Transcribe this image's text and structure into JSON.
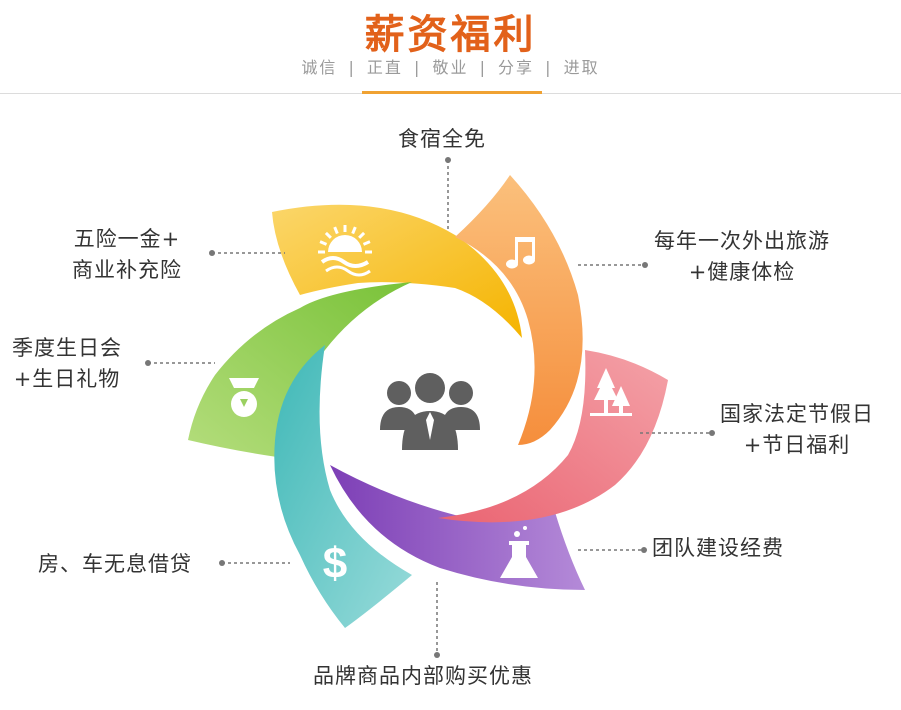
{
  "header": {
    "title": "薪资福利",
    "subtitle": "诚信 | 正直 | 敬业 | 分享 | 进取",
    "accent_color": "#e2611a",
    "underline_color": "#f0a232"
  },
  "center_icon": "people-group-icon",
  "benefits": [
    {
      "id": "food",
      "text": "食宿全免",
      "color": "#f5b800",
      "icon": "sun-wave-icon"
    },
    {
      "id": "travel",
      "text": "每年一次外出旅游\n+健康体检",
      "color": "#f58e3c",
      "icon": "music-note-icon"
    },
    {
      "id": "holiday",
      "text": "国家法定节假日\n+节日福利",
      "color": "#ea6472",
      "icon": "trees-icon"
    },
    {
      "id": "team",
      "text": "团队建设经费",
      "color": "#8c4fc2",
      "icon": "flask-icon"
    },
    {
      "id": "shopping",
      "text": "品牌商品内部购买优惠",
      "color": "#e0e0e0",
      "icon": ""
    },
    {
      "id": "loan",
      "text": "房、车无息借贷",
      "color": "#58c4c2",
      "icon": "dollar-icon"
    },
    {
      "id": "birthday",
      "text": "季度生日会\n+生日礼物",
      "color": "#86c942",
      "icon": "medal-icon"
    },
    {
      "id": "insurance",
      "text": "五险一金+\n商业补充险",
      "color": "#f5c93a",
      "icon": ""
    }
  ],
  "colors": {
    "orange": "#f58e3c",
    "orange_light": "#fbc07c",
    "pink": "#ea6472",
    "pink_light": "#f4a2a8",
    "purple": "#7d3fb6",
    "purple_light": "#b48ad8",
    "teal": "#3fb8b7",
    "teal_light": "#98dbda",
    "green": "#79c238",
    "green_light": "#b4dd7c",
    "yellow": "#f5b400",
    "yellow_light": "#fbd66a",
    "icon_gray": "#5f5f5f",
    "connector": "#777777"
  }
}
